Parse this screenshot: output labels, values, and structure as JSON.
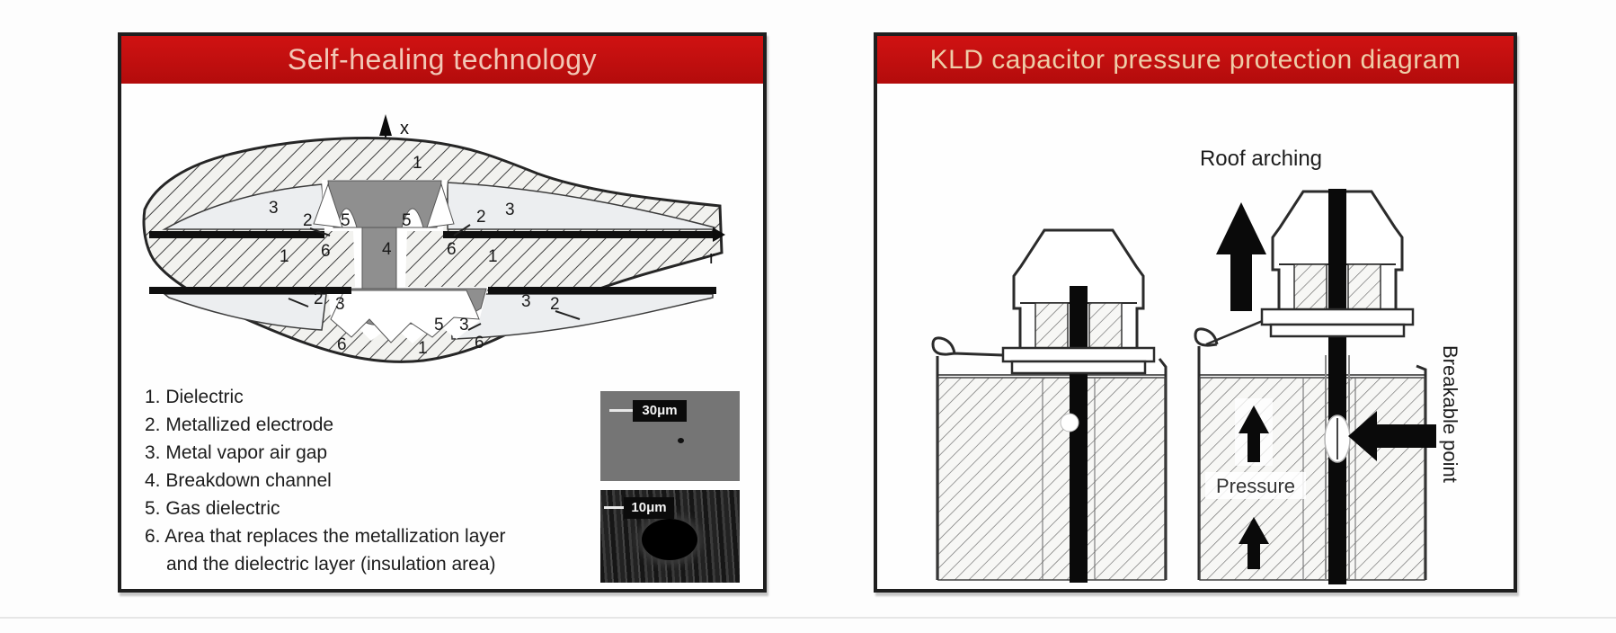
{
  "left_panel": {
    "title": "Self-healing technology",
    "header_bg": "#c11010",
    "title_color": "#f2c7b6",
    "axis": {
      "x_label": "x",
      "r_label": "r"
    },
    "diagram_labels": [
      "1",
      "3",
      "2",
      "5",
      "5",
      "2",
      "3",
      "1",
      "6",
      "4",
      "6",
      "1",
      "2",
      "3",
      "3",
      "2",
      "5",
      "3",
      "6",
      "1",
      "6"
    ],
    "legend": [
      "1. Dielectric",
      "2.  Metallized electrode",
      "3.  Metal vapor air gap",
      "4.  Breakdown channel",
      "5.  Gas dielectric",
      "6. Area that replaces the metallization layer",
      "and the dielectric layer (insulation area)"
    ],
    "micrographs": [
      {
        "scale": "30μm"
      },
      {
        "scale": "10μm"
      }
    ]
  },
  "right_panel": {
    "title": "KLD capacitor pressure protection diagram",
    "header_bg": "#c11010",
    "title_color": "#eecda8",
    "labels": {
      "roof_arching": "Roof arching",
      "pressure": "Pressure",
      "breakable_point": "Breakable point"
    }
  }
}
